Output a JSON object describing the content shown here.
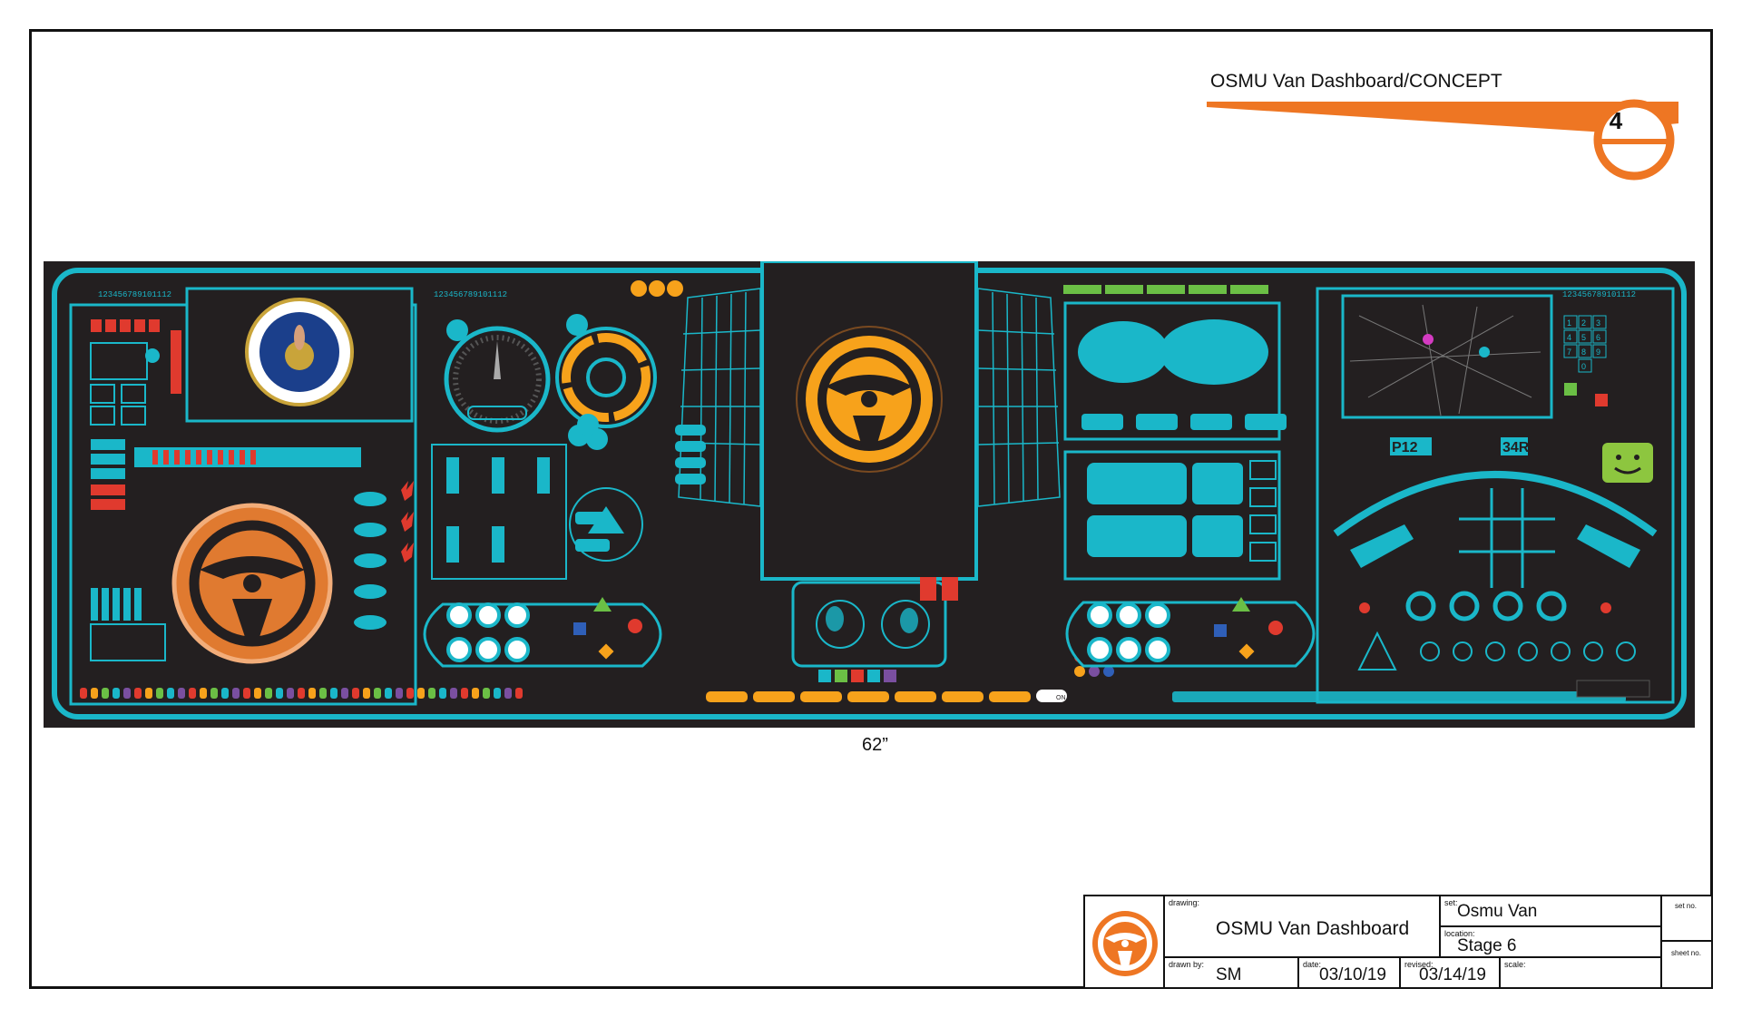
{
  "header": {
    "title": "OSMU Van Dashboard/CONCEPT",
    "sheet_number": "4",
    "accent_color": "#ee7623"
  },
  "dashboard": {
    "background": "#231f20",
    "accent_color": "#1ab7c9",
    "orange": "#ee7623",
    "amber": "#f7a21b",
    "counter_left": "123456789101112",
    "counter_mid": "123456789101112",
    "counter_right": "123456789101112",
    "keypad_keys": [
      "1",
      "2",
      "3",
      "4",
      "5",
      "6",
      "7",
      "8",
      "9",
      "0"
    ],
    "readout_label": "P12",
    "readout_label_2": "34R",
    "toggle_label": "ON"
  },
  "dimension": {
    "width_label": "62”"
  },
  "title_block": {
    "drawing_label": "drawing:",
    "drawing_value": "OSMU Van Dashboard",
    "set_label": "set:",
    "set_value": "Osmu Van",
    "location_label": "location:",
    "location_value": "Stage 6",
    "drawn_by_label": "drawn by:",
    "drawn_by_value": "SM",
    "date_label": "date:",
    "date_value": "03/10/19",
    "revised_label": "revised:",
    "revised_value": "03/14/19",
    "scale_label": "scale:",
    "sheet_no_label": "set no.",
    "sheet_no_label_2": "sheet no."
  }
}
